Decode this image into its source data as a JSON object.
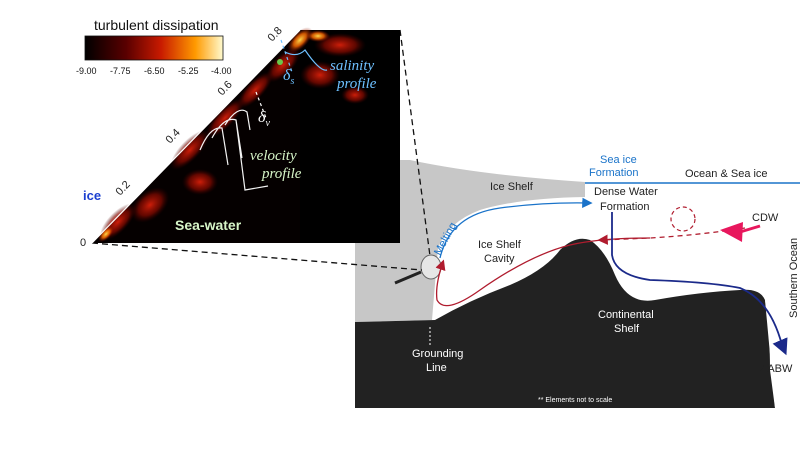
{
  "colorbar": {
    "title": "turbulent dissipation",
    "ticks": [
      "-9.00",
      "-7.75",
      "-6.50",
      "-5.25",
      "-4.00"
    ]
  },
  "inset": {
    "axis_ticks": [
      "0",
      "0.2",
      "0.4",
      "0.6",
      "0.8"
    ],
    "ice_label": "ice",
    "seawater_label": "Sea-water",
    "velocity_label_1": "velocity",
    "velocity_label_2": "profile",
    "salinity_label_1": "salinity",
    "salinity_label_2": "profile",
    "delta_v": "δ",
    "delta_v_sub": "v",
    "delta_s": "δ",
    "delta_s_sub": "s"
  },
  "schematic": {
    "ice_shelf": "Ice Shelf",
    "sea_ice_formation_1": "Sea ice",
    "sea_ice_formation_2": "Formation",
    "ocean_sea_ice": "Ocean & Sea ice",
    "dense_water_1": "Dense Water",
    "dense_water_2": "Formation",
    "melting": "Melting",
    "cavity_1": "Ice Shelf",
    "cavity_2": "Cavity",
    "cdw": "CDW",
    "southern_ocean": "Southern Ocean",
    "continental_shelf_1": "Continental",
    "continental_shelf_2": "Shelf",
    "grounding_line_1": "Grounding",
    "grounding_line_2": "Line",
    "aabw": "AABW",
    "note": "** Elements not to scale"
  },
  "colors": {
    "sea_ice_blue": "#1a73c9",
    "flow_red": "#b01c2e",
    "cdw_pink": "#e8175d",
    "aabw_navy": "#1b2a8a",
    "ice_grey": "#c7c7c7",
    "bed_black": "#222222"
  }
}
